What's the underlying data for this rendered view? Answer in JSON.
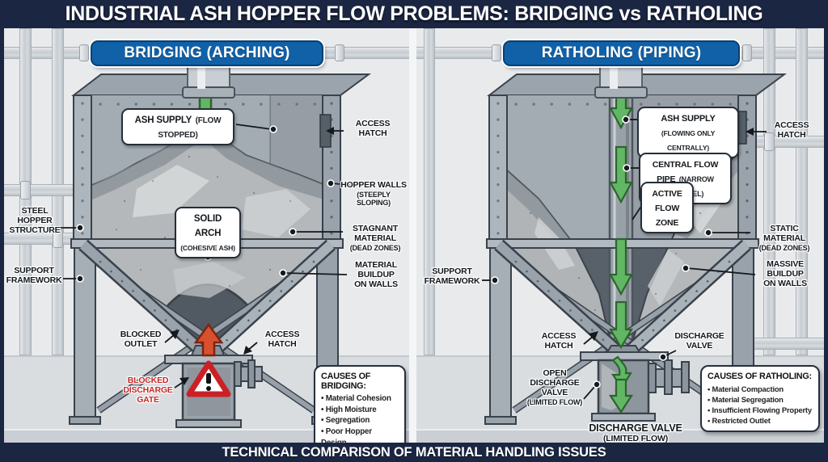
{
  "title": "INDUSTRIAL ASH HOPPER FLOW PROBLEMS: BRIDGING vs RATHOLING",
  "footer": "TECHNICAL COMPARISON OF MATERIAL HANDLING ISSUES",
  "colors": {
    "navy": "#1a2642",
    "header_blue": "#1161a8",
    "flow_green": "#5cb55e",
    "blocked_red": "#d8502e",
    "warning_red": "#cc2027",
    "red_text": "#c62828"
  },
  "left": {
    "header": "BRIDGING (ARCHING)",
    "ash_supply": {
      "main": "ASH SUPPLY",
      "sub": "(FLOW STOPPED)"
    },
    "access_hatch_top": "ACCESS\nHATCH",
    "hopper_walls": {
      "main": "HOPPER WALLS",
      "sub": "(STEEPLY\nSLOPING)"
    },
    "solid_arch": {
      "main": "SOLID ARCH",
      "sub": "(COHESIVE ASH)"
    },
    "stagnant": {
      "main": "STAGNANT\nMATERIAL",
      "sub": "(DEAD ZONES)"
    },
    "steel_structure": "STEEL\nHOPPER\nSTRUCTURE",
    "support_framework": "SUPPORT\nFRAMEWORK",
    "buildup": "MATERIAL\nBUILDUP\nON WALLS",
    "blocked_outlet": "BLOCKED\nOUTLET",
    "access_hatch_bottom": "ACCESS\nHATCH",
    "blocked_gate": "BLOCKED\nDISCHARGE\nGATE",
    "causes": {
      "heading": "CAUSES OF BRIDGING:",
      "items": [
        "Material Cohesion",
        "High Moisture",
        "Segregation",
        "Poor Hopper Design"
      ]
    }
  },
  "right": {
    "header": "RATHOLING (PIPING)",
    "ash_supply": {
      "main": "ASH SUPPLY",
      "sub": "(FLOWING ONLY CENTRALLY)"
    },
    "access_hatch_top": "ACCESS\nHATCH",
    "central_pipe": {
      "main": "CENTRAL FLOW PIPE",
      "sub": "(NARROW CHANNEL)"
    },
    "active_zone": "ACTIVE\nFLOW ZONE",
    "support_framework": "SUPPORT\nFRAMEWORK",
    "static_material": {
      "main": "STATIC\nMATERIAL",
      "sub": "(DEAD ZONES)"
    },
    "massive_buildup": "MASSIVE\nBUILDUP\nON WALLS",
    "access_hatch_bottom": "ACCESS\nHATCH",
    "discharge_valve": "DISCHARGE\nVALVE",
    "open_valve": {
      "main": "OPEN\nDISCHARGE\nVALVE",
      "sub": "(LIMITED FLOW)"
    },
    "discharge_center": {
      "main": "DISCHARGE VALVE",
      "sub": "(LIMITED FLOW)"
    },
    "causes": {
      "heading": "CAUSES OF RATHOLING:",
      "items": [
        "Material Compaction",
        "Material Segregation",
        "Insufficient Flowing Property",
        "Restricted Outlet"
      ]
    }
  }
}
